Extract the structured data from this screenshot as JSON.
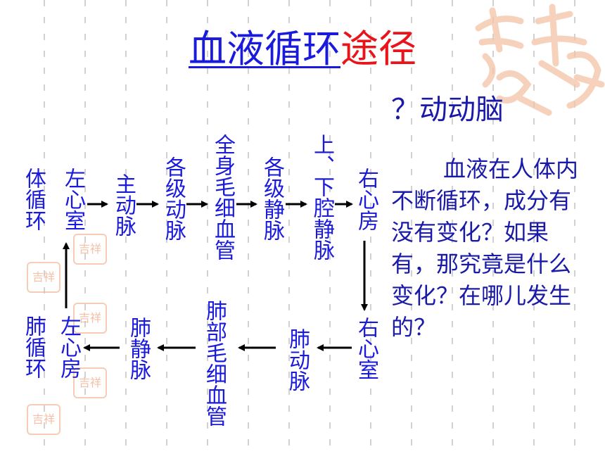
{
  "title": {
    "part1": "血液循环",
    "part2": "途径"
  },
  "subtitle": "？动动脑",
  "diagram": {
    "systemic_label": "体循环",
    "pulmonary_label": "肺循环",
    "nodes": {
      "left_atrium": "左心房",
      "left_ventricle": "左心室",
      "aorta": "主动脉",
      "arteries": "各级动脉",
      "capillaries": "全身毛细血管",
      "veins": "各级静脉",
      "vena_cava": "上、下腔静脉",
      "right_atrium": "右心房",
      "right_ventricle": "右心室",
      "pulmonary_artery": "肺动脉",
      "lung_capillaries": "肺部毛细血管",
      "pulmonary_vein": "肺静脉"
    }
  },
  "question": {
    "lead": "血液在人体内不断循环，成分有没有变化？如果有，那究竟是什么变化？在哪儿发生的？"
  },
  "decor": {
    "logo_icon": "auspicious-seal-logo-icon",
    "seal_icon": "auspicious-seal-icon",
    "text_color": "#1a1adc",
    "accent_color": "#e8141a"
  }
}
